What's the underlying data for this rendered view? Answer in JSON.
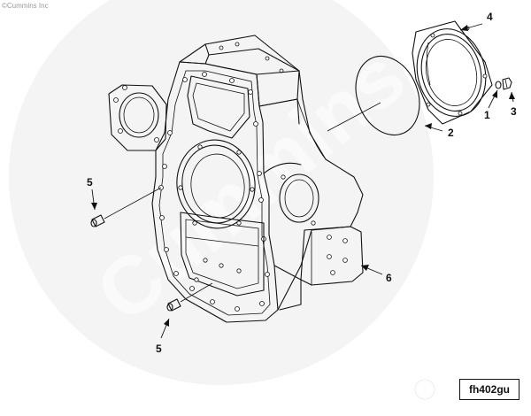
{
  "copyright": "©Cummins Inc",
  "watermark": {
    "text": "Cummins",
    "mark": "registered-mark"
  },
  "callouts": {
    "c1": "1",
    "c2": "2",
    "c3": "3",
    "c4": "4",
    "c5a": "5",
    "c5b": "5",
    "c6": "6"
  },
  "figure_label": "fh402gu",
  "colors": {
    "line": "#111111",
    "background": "#ffffff",
    "watermark": "#e8e8e8"
  }
}
